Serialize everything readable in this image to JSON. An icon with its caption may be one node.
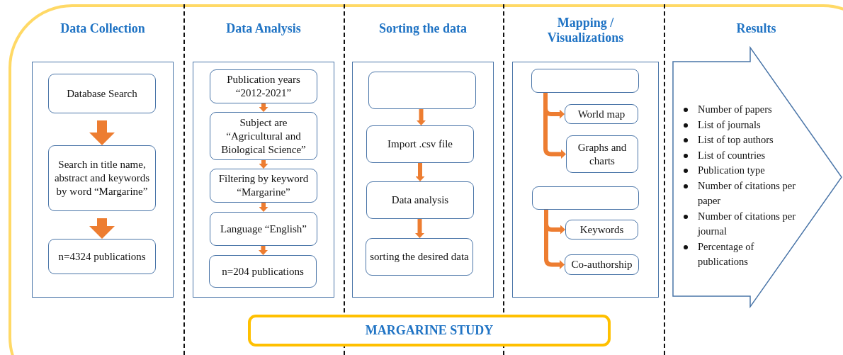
{
  "diagram": {
    "nodes": [
      {
        "text": [
          "Data Collection"
        ]
      },
      {
        "text": [
          "Database Search"
        ],
        "in": 0
      },
      {
        "text": [
          "Search in title name, abstract and keywords by word “Margarine”"
        ],
        "in": 0
      },
      {
        "text": [
          "n=4324 publications"
        ],
        "in": 0
      },
      {
        "text": [
          "Data Analysis"
        ]
      },
      {
        "text": [
          "Publication years “2012-2021”"
        ],
        "in": 4
      },
      {
        "text": [
          "Subject are “Agricultural and Biological Science”"
        ],
        "in": 4
      },
      {
        "text": [
          "Filtering by keyword “Margarine”"
        ],
        "in": 4
      },
      {
        "text": [
          "Language “English”"
        ],
        "in": 4
      },
      {
        "text": [
          "n=204 publications"
        ],
        "in": 4
      },
      {
        "text": [
          "Sorting the data"
        ]
      },
      {
        "text": [],
        "shape": "box",
        "in": 10
      },
      {
        "text": [
          "Import .csv file"
        ],
        "in": 10
      },
      {
        "text": [
          "Data analysis"
        ],
        "in": 10
      },
      {
        "text": [
          "sorting the desired data"
        ],
        "in": 10
      },
      {
        "text": [
          "Mapping / Visualizations"
        ]
      },
      {
        "text": [],
        "shape": "box",
        "in": 15
      },
      {
        "text": [
          "World map"
        ],
        "in": 15
      },
      {
        "text": [
          "Graphs and charts"
        ],
        "in": 15
      },
      {
        "text": [],
        "shape": "box",
        "in": 15
      },
      {
        "text": [
          "Keywords"
        ],
        "in": 15
      },
      {
        "text": [
          "Co-authorship"
        ],
        "in": 15
      },
      {
        "text": [
          "Results",
          "Number of papers",
          "List of journals",
          "List of top authors",
          "List of countries",
          "Publication type",
          "Number of citations per paper",
          "Number of citations per journal",
          "Percentage of publications"
        ]
      },
      {
        "text": [
          "MARGARINE STUDY"
        ]
      }
    ],
    "edges": [
      {
        "from": 1,
        "to": 2,
        "arrow": "to",
        "style": "thick"
      },
      {
        "from": 2,
        "to": 3,
        "arrow": "to",
        "style": "thick"
      },
      {
        "from": 5,
        "to": 6,
        "arrow": "to"
      },
      {
        "from": 6,
        "to": 7,
        "arrow": "to"
      },
      {
        "from": 7,
        "to": 8,
        "arrow": "to"
      },
      {
        "from": 8,
        "to": 9,
        "arrow": "to"
      },
      {
        "from": 11,
        "to": 12,
        "arrow": "to"
      },
      {
        "from": 12,
        "to": 13,
        "arrow": "to"
      },
      {
        "from": 13,
        "to": 14,
        "arrow": "to"
      },
      {
        "from": 16,
        "to": 17,
        "arrow": "to"
      },
      {
        "from": 16,
        "to": 18,
        "arrow": "to"
      },
      {
        "from": 19,
        "to": 20,
        "arrow": "to"
      },
      {
        "from": 19,
        "to": 21,
        "arrow": "to"
      }
    ]
  }
}
